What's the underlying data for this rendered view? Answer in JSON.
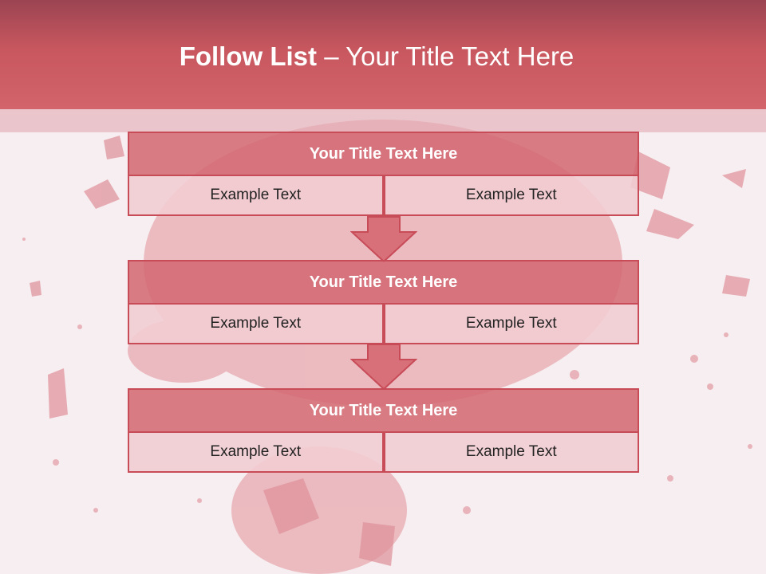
{
  "slide": {
    "title_bold": "Follow List",
    "title_rest": " – Your Title Text Here"
  },
  "blocks": [
    {
      "title": "Your Title Text Here",
      "left": "Example Text",
      "right": "Example Text"
    },
    {
      "title": "Your Title Text Here",
      "left": "Example Text",
      "right": "Example Text"
    },
    {
      "title": "Your Title Text Here",
      "left": "Example Text",
      "right": "Example Text"
    }
  ],
  "colors": {
    "header": "#c8575f",
    "accent": "#c84b58",
    "title_fill": "#d26670",
    "cell_fill": "#f1cdd2"
  },
  "icons": [
    "arrow-down-icon",
    "arrow-down-icon"
  ]
}
